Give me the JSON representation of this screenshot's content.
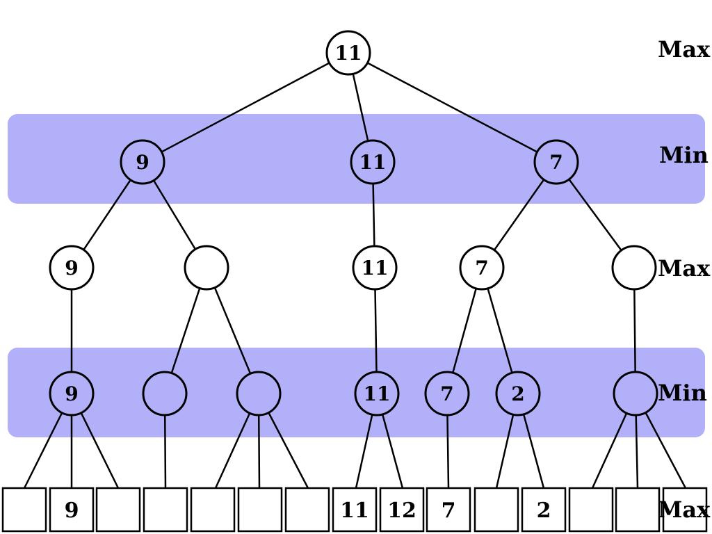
{
  "colors": {
    "band": "#b3b0fa",
    "node_fill": "#ffffff",
    "node_fill_min": "#b3b0fa",
    "stroke": "#000000"
  },
  "level_labels": [
    "Max",
    "Min",
    "Max",
    "Min",
    "Max"
  ],
  "tree": {
    "root": {
      "value": "11"
    },
    "level1": [
      {
        "value": "9"
      },
      {
        "value": "11"
      },
      {
        "value": "7"
      }
    ],
    "level2": [
      {
        "value": "9"
      },
      {
        "value": ""
      },
      {
        "value": "11"
      },
      {
        "value": "7"
      },
      {
        "value": ""
      }
    ],
    "level3": [
      {
        "value": "9"
      },
      {
        "value": ""
      },
      {
        "value": ""
      },
      {
        "value": "11"
      },
      {
        "value": "7"
      },
      {
        "value": "2"
      },
      {
        "value": ""
      }
    ],
    "leaves": [
      "",
      "9",
      "",
      "",
      "",
      "",
      "",
      "11",
      "12",
      "7",
      "",
      "2",
      "",
      "",
      ""
    ]
  }
}
